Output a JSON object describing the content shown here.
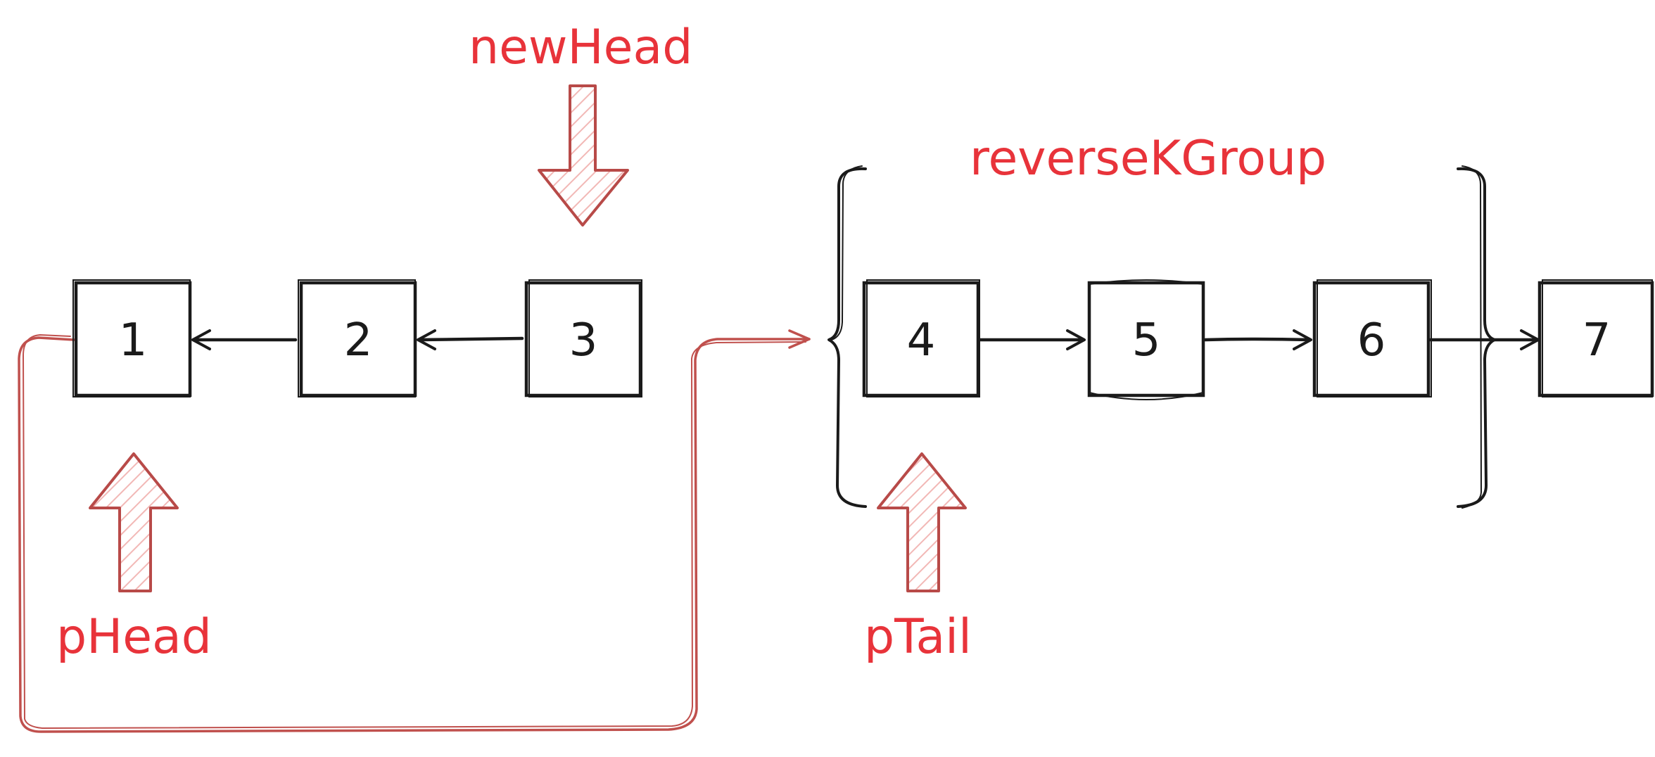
{
  "labels": {
    "new_head": "newHead",
    "p_head": "pHead",
    "p_tail": "pTail",
    "group": "reverseKGroup"
  },
  "nodes": [
    "1",
    "2",
    "3",
    "4",
    "5",
    "6",
    "7"
  ],
  "colors": {
    "label_red": "#e8333a",
    "arrow_red": "#c0504d",
    "ink": "#1a1a1a",
    "hatch_pink": "#f2b8b6"
  }
}
